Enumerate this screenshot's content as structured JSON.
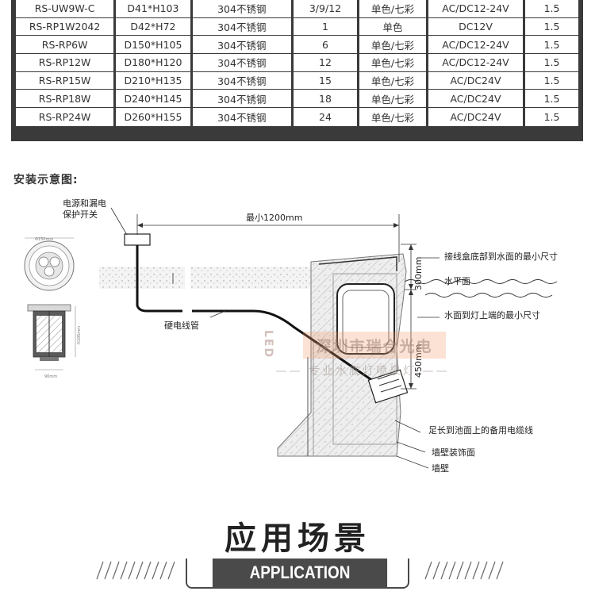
{
  "spec_table": {
    "rows": [
      [
        "RS-UW9W-C",
        "D41*H103",
        "304不锈钢",
        "3/9/12",
        "单色/七彩",
        "AC/DC12-24V",
        "1.5"
      ],
      [
        "RS-RP1W2042",
        "D42*H72",
        "304不锈钢",
        "1",
        "单色",
        "DC12V",
        "1.5"
      ],
      [
        "RS-RP6W",
        "D150*H105",
        "304不锈钢",
        "6",
        "单色/七彩",
        "AC/DC12-24V",
        "1.5"
      ],
      [
        "RS-RP12W",
        "D180*H120",
        "304不锈钢",
        "12",
        "单色/七彩",
        "AC/DC12-24V",
        "1.5"
      ],
      [
        "RS-RP15W",
        "D210*H135",
        "304不锈钢",
        "15",
        "单色/七彩",
        "AC/DC24V",
        "1.5"
      ],
      [
        "RS-RP18W",
        "D240*H145",
        "304不锈钢",
        "18",
        "单色/七彩",
        "AC/DC24V",
        "1.5"
      ],
      [
        "RS-RP24W",
        "D260*H155",
        "304不锈钢",
        "24",
        "单色/七彩",
        "AC/DC24V",
        "1.5"
      ]
    ]
  },
  "install": {
    "title": "安装示意图:",
    "labels": {
      "power_switch_line1": "电源和漏电",
      "power_switch_line2": "保护开关",
      "min_distance": "最小1200mm",
      "junction_box_depth": "接线盒底部到水面的最小尺寸",
      "water_level": "水平面",
      "water_to_light": "水面到灯上端的最小尺寸",
      "dim_300": "300mm",
      "dim_450": "450mm",
      "hard_conduit": "硬电线管",
      "spare_cable": "足长到池面上的备用电缆线",
      "wall_finish": "墙壁装饰面",
      "wall": "墙壁",
      "product_top_dim": "Φ150mm",
      "product_bottom_dim": "90mm",
      "product_height_dim": "H105mm"
    },
    "watermark": {
      "company": "深圳市瑞合光电",
      "led": "LED",
      "slogan": "—— 专业水底灯喷泉灯 ——"
    }
  },
  "banner": {
    "title_cn": "应用场景",
    "title_en": "APPLICATION SCENARIO"
  },
  "colors": {
    "table_border": "#3a3a3a",
    "banner_dark": "#4a4a4a"
  }
}
